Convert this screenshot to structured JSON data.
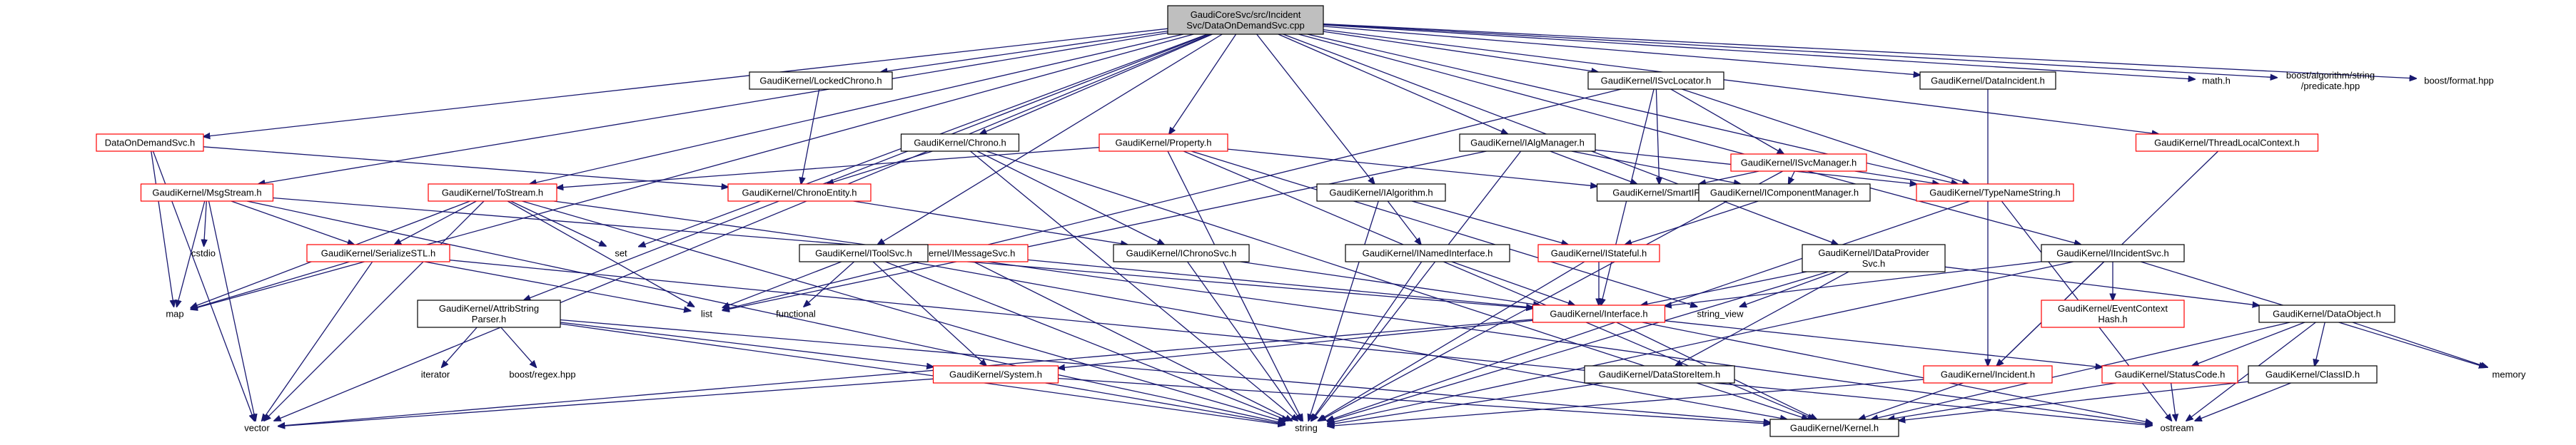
{
  "graph": {
    "title_lines": [
      "GaudiCoreSvc/src/Incident",
      "Svc/DataOnDemandSvc.cpp"
    ],
    "colors": {
      "edge": "#191970",
      "red_border": "#ff0000",
      "root_fill": "#bfbfbf",
      "box_border": "#000000"
    },
    "nodes": [
      {
        "id": "root",
        "lines": [
          "GaudiCoreSvc/src/Incident",
          "Svc/DataOnDemandSvc.cpp"
        ],
        "style": "root"
      },
      {
        "id": "lockedchrono",
        "lines": [
          "GaudiKernel/LockedChrono.h"
        ],
        "style": "box"
      },
      {
        "id": "isvclocator",
        "lines": [
          "GaudiKernel/ISvcLocator.h"
        ],
        "style": "box"
      },
      {
        "id": "dataincident",
        "lines": [
          "GaudiKernel/DataIncident.h"
        ],
        "style": "box"
      },
      {
        "id": "math",
        "lines": [
          "math.h"
        ],
        "style": "plain"
      },
      {
        "id": "boostpredicate",
        "lines": [
          "boost/algorithm/string",
          "/predicate.hpp"
        ],
        "style": "plain"
      },
      {
        "id": "boostformat",
        "lines": [
          "boost/format.hpp"
        ],
        "style": "plain"
      },
      {
        "id": "dataondemandsvc",
        "lines": [
          "DataOnDemandSvc.h"
        ],
        "style": "red"
      },
      {
        "id": "chrono",
        "lines": [
          "GaudiKernel/Chrono.h"
        ],
        "style": "box"
      },
      {
        "id": "property",
        "lines": [
          "GaudiKernel/Property.h"
        ],
        "style": "red"
      },
      {
        "id": "ialgmanager",
        "lines": [
          "GaudiKernel/IAlgManager.h"
        ],
        "style": "box"
      },
      {
        "id": "isvcmanager",
        "lines": [
          "GaudiKernel/ISvcManager.h"
        ],
        "style": "red"
      },
      {
        "id": "threadlocal",
        "lines": [
          "GaudiKernel/ThreadLocalContext.h"
        ],
        "style": "red"
      },
      {
        "id": "msgstream",
        "lines": [
          "GaudiKernel/MsgStream.h"
        ],
        "style": "red"
      },
      {
        "id": "tostream",
        "lines": [
          "GaudiKernel/ToStream.h"
        ],
        "style": "red"
      },
      {
        "id": "chronoentity",
        "lines": [
          "GaudiKernel/ChronoEntity.h"
        ],
        "style": "red"
      },
      {
        "id": "smartif",
        "lines": [
          "GaudiKernel/SmartIF.h"
        ],
        "style": "box"
      },
      {
        "id": "icomponentmanager",
        "lines": [
          "GaudiKernel/IComponentManager.h"
        ],
        "style": "box"
      },
      {
        "id": "typenamestring",
        "lines": [
          "GaudiKernel/TypeNameString.h"
        ],
        "style": "red"
      },
      {
        "id": "ialgorithm",
        "lines": [
          "GaudiKernel/IAlgorithm.h"
        ],
        "style": "box"
      },
      {
        "id": "cstdio",
        "lines": [
          "cstdio"
        ],
        "style": "plain"
      },
      {
        "id": "set",
        "lines": [
          "set"
        ],
        "style": "plain"
      },
      {
        "id": "serializestl",
        "lines": [
          "GaudiKernel/SerializeSTL.h"
        ],
        "style": "red"
      },
      {
        "id": "imessagesvc",
        "lines": [
          "GaudiKernel/IMessageSvc.h"
        ],
        "style": "red"
      },
      {
        "id": "ichronosvc",
        "lines": [
          "GaudiKernel/IChronoSvc.h"
        ],
        "style": "box"
      },
      {
        "id": "inamedinterface",
        "lines": [
          "GaudiKernel/INamedInterface.h"
        ],
        "style": "box"
      },
      {
        "id": "istateful",
        "lines": [
          "GaudiKernel/IStateful.h"
        ],
        "style": "red"
      },
      {
        "id": "idataprovidersvc",
        "lines": [
          "GaudiKernel/IDataProvider",
          "Svc.h"
        ],
        "style": "box"
      },
      {
        "id": "iincidentsvc",
        "lines": [
          "GaudiKernel/IIncidentSvc.h"
        ],
        "style": "box"
      },
      {
        "id": "itoolsvc",
        "lines": [
          "GaudiKernel/IToolSvc.h"
        ],
        "style": "box"
      },
      {
        "id": "map",
        "lines": [
          "map"
        ],
        "style": "plain"
      },
      {
        "id": "list",
        "lines": [
          "list"
        ],
        "style": "plain"
      },
      {
        "id": "functional",
        "lines": [
          "functional"
        ],
        "style": "plain"
      },
      {
        "id": "interface",
        "lines": [
          "GaudiKernel/Interface.h"
        ],
        "style": "red"
      },
      {
        "id": "string_view",
        "lines": [
          "string_view"
        ],
        "style": "plain"
      },
      {
        "id": "eventcontexthash",
        "lines": [
          "GaudiKernel/EventContext",
          "Hash.h"
        ],
        "style": "red"
      },
      {
        "id": "dataobject",
        "lines": [
          "GaudiKernel/DataObject.h"
        ],
        "style": "box"
      },
      {
        "id": "attribstringparser",
        "lines": [
          "GaudiKernel/AttribString",
          "Parser.h"
        ],
        "style": "box"
      },
      {
        "id": "iterator",
        "lines": [
          "iterator"
        ],
        "style": "plain"
      },
      {
        "id": "boostregex",
        "lines": [
          "boost/regex.hpp"
        ],
        "style": "plain"
      },
      {
        "id": "system",
        "lines": [
          "GaudiKernel/System.h"
        ],
        "style": "red"
      },
      {
        "id": "datastoreitem",
        "lines": [
          "GaudiKernel/DataStoreItem.h"
        ],
        "style": "box"
      },
      {
        "id": "incident",
        "lines": [
          "GaudiKernel/Incident.h"
        ],
        "style": "red"
      },
      {
        "id": "statuscode",
        "lines": [
          "GaudiKernel/StatusCode.h"
        ],
        "style": "red"
      },
      {
        "id": "classid",
        "lines": [
          "GaudiKernel/ClassID.h"
        ],
        "style": "box"
      },
      {
        "id": "memory",
        "lines": [
          "memory"
        ],
        "style": "plain"
      },
      {
        "id": "vector",
        "lines": [
          "vector"
        ],
        "style": "plain"
      },
      {
        "id": "string",
        "lines": [
          "string"
        ],
        "style": "plain"
      },
      {
        "id": "ostream",
        "lines": [
          "ostream"
        ],
        "style": "plain"
      },
      {
        "id": "kernel",
        "lines": [
          "GaudiKernel/Kernel.h"
        ],
        "style": "box"
      }
    ],
    "edges": [
      [
        "root",
        "lockedchrono"
      ],
      [
        "root",
        "isvclocator"
      ],
      [
        "root",
        "dataincident"
      ],
      [
        "root",
        "math"
      ],
      [
        "root",
        "boostpredicate"
      ],
      [
        "root",
        "boostformat"
      ],
      [
        "root",
        "dataondemandsvc"
      ],
      [
        "root",
        "chrono"
      ],
      [
        "root",
        "property"
      ],
      [
        "root",
        "ialgmanager"
      ],
      [
        "root",
        "threadlocal"
      ],
      [
        "root",
        "msgstream"
      ],
      [
        "root",
        "tostream"
      ],
      [
        "root",
        "ialgorithm"
      ],
      [
        "root",
        "set"
      ],
      [
        "root",
        "itoolsvc"
      ],
      [
        "root",
        "map"
      ],
      [
        "root",
        "attribstringparser"
      ],
      [
        "root",
        "typenamestring"
      ],
      [
        "root",
        "iincidentsvc"
      ],
      [
        "root",
        "idataprovidersvc"
      ],
      [
        "root",
        "vector"
      ],
      [
        "lockedchrono",
        "chronoentity"
      ],
      [
        "isvclocator",
        "smartif"
      ],
      [
        "isvclocator",
        "isvcmanager"
      ],
      [
        "isvclocator",
        "typenamestring"
      ],
      [
        "isvclocator",
        "interface"
      ],
      [
        "isvclocator",
        "list"
      ],
      [
        "dataincident",
        "incident"
      ],
      [
        "dataondemandsvc",
        "chronoentity"
      ],
      [
        "dataondemandsvc",
        "map"
      ],
      [
        "dataondemandsvc",
        "vector"
      ],
      [
        "chrono",
        "chronoentity"
      ],
      [
        "chrono",
        "ichronosvc"
      ],
      [
        "chrono",
        "string"
      ],
      [
        "chrono",
        "kernel"
      ],
      [
        "property",
        "tostream"
      ],
      [
        "property",
        "smartif"
      ],
      [
        "property",
        "string"
      ],
      [
        "property",
        "string_view"
      ],
      [
        "property",
        "kernel"
      ],
      [
        "ialgmanager",
        "smartif"
      ],
      [
        "ialgmanager",
        "icomponentmanager"
      ],
      [
        "ialgmanager",
        "typenamestring"
      ],
      [
        "ialgmanager",
        "list"
      ],
      [
        "ialgmanager",
        "string"
      ],
      [
        "isvcmanager",
        "smartif"
      ],
      [
        "isvcmanager",
        "icomponentmanager"
      ],
      [
        "isvcmanager",
        "typenamestring"
      ],
      [
        "isvcmanager",
        "string"
      ],
      [
        "threadlocal",
        "incident"
      ],
      [
        "msgstream",
        "serializestl"
      ],
      [
        "msgstream",
        "imessagesvc"
      ],
      [
        "msgstream",
        "cstdio"
      ],
      [
        "msgstream",
        "map"
      ],
      [
        "msgstream",
        "vector"
      ],
      [
        "msgstream",
        "string"
      ],
      [
        "tostream",
        "serializestl"
      ],
      [
        "tostream",
        "map"
      ],
      [
        "tostream",
        "set"
      ],
      [
        "tostream",
        "list"
      ],
      [
        "tostream",
        "vector"
      ],
      [
        "tostream",
        "string"
      ],
      [
        "tostream",
        "ostream"
      ],
      [
        "chronoentity",
        "ichronosvc"
      ],
      [
        "icomponentmanager",
        "istateful"
      ],
      [
        "typenamestring",
        "string"
      ],
      [
        "typenamestring",
        "ostream"
      ],
      [
        "ialgorithm",
        "inamedinterface"
      ],
      [
        "ialgorithm",
        "istateful"
      ],
      [
        "ialgorithm",
        "string"
      ],
      [
        "serializestl",
        "map"
      ],
      [
        "serializestl",
        "list"
      ],
      [
        "serializestl",
        "vector"
      ],
      [
        "serializestl",
        "ostream"
      ],
      [
        "imessagesvc",
        "interface"
      ],
      [
        "imessagesvc",
        "string"
      ],
      [
        "ichronosvc",
        "interface"
      ],
      [
        "ichronosvc",
        "string"
      ],
      [
        "inamedinterface",
        "interface"
      ],
      [
        "inamedinterface",
        "string"
      ],
      [
        "istateful",
        "interface"
      ],
      [
        "istateful",
        "string"
      ],
      [
        "idataprovidersvc",
        "interface"
      ],
      [
        "idataprovidersvc",
        "datastoreitem"
      ],
      [
        "idataprovidersvc",
        "dataobject"
      ],
      [
        "idataprovidersvc",
        "string_view"
      ],
      [
        "idataprovidersvc",
        "string"
      ],
      [
        "iincidentsvc",
        "interface"
      ],
      [
        "iincidentsvc",
        "eventcontexthash"
      ],
      [
        "iincidentsvc",
        "incident"
      ],
      [
        "iincidentsvc",
        "memory"
      ],
      [
        "iincidentsvc",
        "string"
      ],
      [
        "itoolsvc",
        "interface"
      ],
      [
        "itoolsvc",
        "list"
      ],
      [
        "itoolsvc",
        "functional"
      ],
      [
        "itoolsvc",
        "system"
      ],
      [
        "itoolsvc",
        "string"
      ],
      [
        "itoolsvc",
        "kernel"
      ],
      [
        "interface",
        "system"
      ],
      [
        "interface",
        "statuscode"
      ],
      [
        "interface",
        "kernel"
      ],
      [
        "interface",
        "vector"
      ],
      [
        "interface",
        "ostream"
      ],
      [
        "dataobject",
        "statuscode"
      ],
      [
        "dataobject",
        "classid"
      ],
      [
        "dataobject",
        "memory"
      ],
      [
        "dataobject",
        "ostream"
      ],
      [
        "dataobject",
        "kernel"
      ],
      [
        "attribstringparser",
        "iterator"
      ],
      [
        "attribstringparser",
        "boostregex"
      ],
      [
        "attribstringparser",
        "system"
      ],
      [
        "attribstringparser",
        "string"
      ],
      [
        "attribstringparser",
        "kernel"
      ],
      [
        "system",
        "vector"
      ],
      [
        "system",
        "string"
      ],
      [
        "system",
        "kernel"
      ],
      [
        "datastoreitem",
        "string"
      ],
      [
        "incident",
        "string"
      ],
      [
        "incident",
        "kernel"
      ],
      [
        "statuscode",
        "ostream"
      ],
      [
        "statuscode",
        "kernel"
      ],
      [
        "classid",
        "kernel"
      ],
      [
        "classid",
        "ostream"
      ]
    ]
  }
}
